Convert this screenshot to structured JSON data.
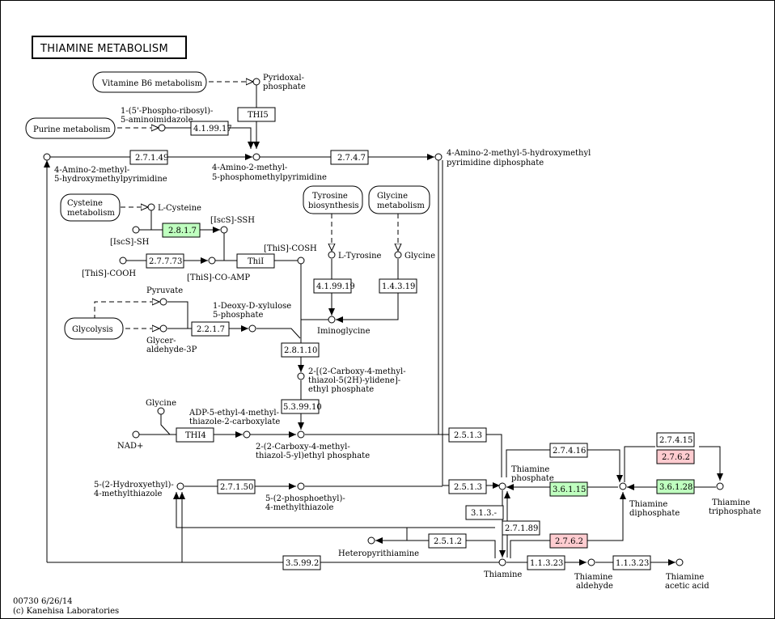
{
  "title": "THIAMINE METABOLISM",
  "footer": {
    "line1": "00730 6/26/14",
    "line2": "(c) Kanehisa Laboratories"
  },
  "colors": {
    "green": "#bfffbf",
    "pink": "#ffccd0",
    "white": "#ffffff"
  },
  "pathways": {
    "vitamin_b6": "Vitamine B6 metabolism",
    "purine": "Purine metabolism",
    "cysteine_1": "Cysteine",
    "cysteine_2": "metabolism",
    "tyrosine_1": "Tyrosine",
    "tyrosine_2": "biosynthesis",
    "glycine_1": "Glycine",
    "glycine_2": "metabolism",
    "glycolysis": "Glycolysis"
  },
  "compounds": {
    "pyridoxal_1": "Pyridoxal-",
    "pyridoxal_2": "phosphate",
    "air_1": "1-(5'-Phospho-ribosyl)-",
    "air_2": "5-aminoimidazole",
    "hmp_1": "4-Amino-2-methyl-",
    "hmp_2": "5-hydroxymethylpyrimidine",
    "hmpp_1": "4-Amino-2-methyl-",
    "hmpp_2": "5-phosphomethylpyrimidine",
    "hmppp_1": "4-Amino-2-methyl-5-hydroxymethyl",
    "hmppp_2": "pyrimidine diphosphate",
    "lcys": "L-Cysteine",
    "iscs_ssh": "[IscS]-SSH",
    "iscs_sh": "[IscS]-SH",
    "this_cosh": "[ThiS]-COSH",
    "this_cooh": "[ThiS]-COOH",
    "this_coamp": "[ThiS]-CO-AMP",
    "ltyr": "L-Tyrosine",
    "gly": "Glycine",
    "pyruvate": "Pyruvate",
    "dxp_1": "1-Deoxy-D-xylulose",
    "dxp_2": "5-phosphate",
    "ga3p_1": "Glycer-",
    "ga3p_2": "aldehyde-3P",
    "iminogly": "Iminoglycine",
    "cthzp_1": "2-[(2-Carboxy-4-methyl-",
    "cthzp_2": "thiazol-5(2H)-ylidene]-",
    "cthzp_3": "ethyl phosphate",
    "gly2": "Glycine",
    "adp_thz_1": "ADP-5-ethyl-4-methyl-",
    "adp_thz_2": "thiazole-2-carboxylate",
    "nad": "NAD+",
    "cthz_1": "2-(2-Carboxy-4-methyl-",
    "cthz_2": "thiazol-5-yl)ethyl phosphate",
    "thz_1": "5-(2-Hydroxyethyl)-",
    "thz_2": "4-methylthiazole",
    "thzp_1": "5-(2-phosphoethyl)-",
    "thzp_2": "4-methylthiazole",
    "tmp_1": "Thiamine",
    "tmp_2": "phosphate",
    "tdp_1": "Thiamine",
    "tdp_2": "diphosphate",
    "ttp_1": "Thiamine",
    "ttp_2": "triphosphate",
    "heteropyr": "Heteropyrithiamine",
    "thiamine": "Thiamine",
    "thald_1": "Thiamine",
    "thald_2": "aldehyde",
    "thacid_1": "Thiamine",
    "thacid_2": "acetic acid"
  },
  "enzymes": {
    "thi5": "THI5",
    "e4_1_99_17": "4.1.99.17",
    "e2_7_1_49": "2.7.1.49",
    "e2_7_4_7": "2.7.4.7",
    "e2_8_1_7": "2.8.1.7",
    "e2_7_7_73": "2.7.7.73",
    "thii": "ThiI",
    "e4_1_99_19": "4.1.99.19",
    "e1_4_3_19": "1.4.3.19",
    "e2_2_1_7": "2.2.1.7",
    "e2_8_1_10": "2.8.1.10",
    "e5_3_99_10": "5.3.99.10",
    "thi4": "THI4",
    "e2_5_1_3a": "2.5.1.3",
    "e2_5_1_3b": "2.5.1.3",
    "e2_7_4_16": "2.7.4.16",
    "e2_7_4_15": "2.7.4.15",
    "e2_7_6_2a": "2.7.6.2",
    "e2_7_1_50": "2.7.1.50",
    "e3_6_1_15": "3.6.1.15",
    "e3_6_1_28": "3.6.1.28",
    "e3_1_3": "3.1.3.-",
    "e2_7_1_89": "2.7.1.89",
    "e2_5_1_2": "2.5.1.2",
    "e2_7_6_2b": "2.7.6.2",
    "e3_5_99_2": "3.5.99.2",
    "e1_1_3_23a": "1.1.3.23",
    "e1_1_3_23b": "1.1.3.23"
  }
}
